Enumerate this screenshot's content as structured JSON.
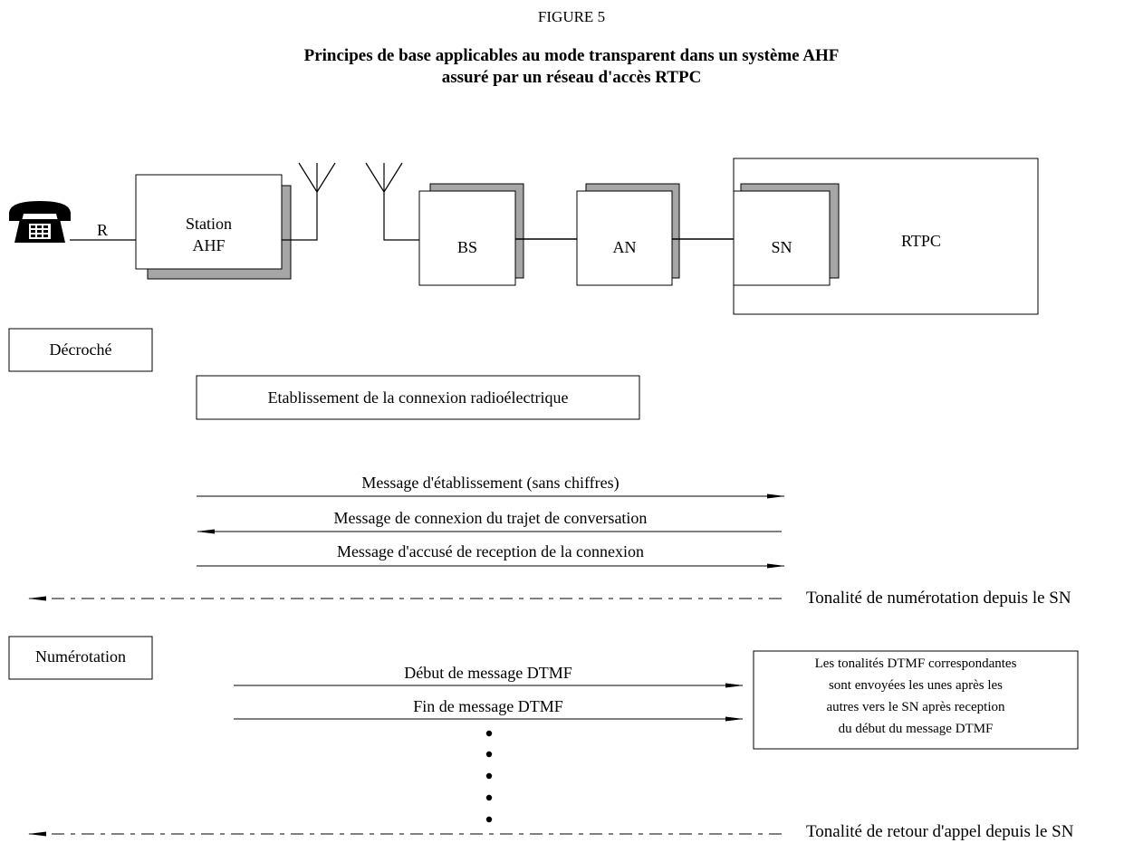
{
  "figure": {
    "label": "FIGURE 5",
    "title_line1": "Principes de base applicables au mode transparent dans un système AHF",
    "title_line2": "assuré par un réseau d'accès RTPC"
  },
  "network": {
    "r_label": "R",
    "station_line1": "Station",
    "station_line2": "AHF",
    "bs": "BS",
    "an": "AN",
    "sn": "SN",
    "rtpc": "RTPC"
  },
  "steps": {
    "decroche": "Décroché",
    "radio_setup": "Etablissement de la connexion radioélectrique",
    "msg_setup": "Message d'établissement (sans chiffres)",
    "msg_connect": "Message de connexion du trajet de conversation",
    "msg_ack": "Message d'accusé de reception de la connexion",
    "dial_tone": "Tonalité de numérotation depuis le SN",
    "numerotation": "Numérotation",
    "dtmf_start": "Début de message DTMF",
    "dtmf_end": "Fin de message DTMF",
    "note_line1": "Les tonalités DTMF correspondantes",
    "note_line2": "sont envoyées les unes après les",
    "note_line3": "autres vers le SN après reception",
    "note_line4": "du début du message DTMF",
    "ringback": "Tonalité de retour d'appel depuis le SN"
  }
}
